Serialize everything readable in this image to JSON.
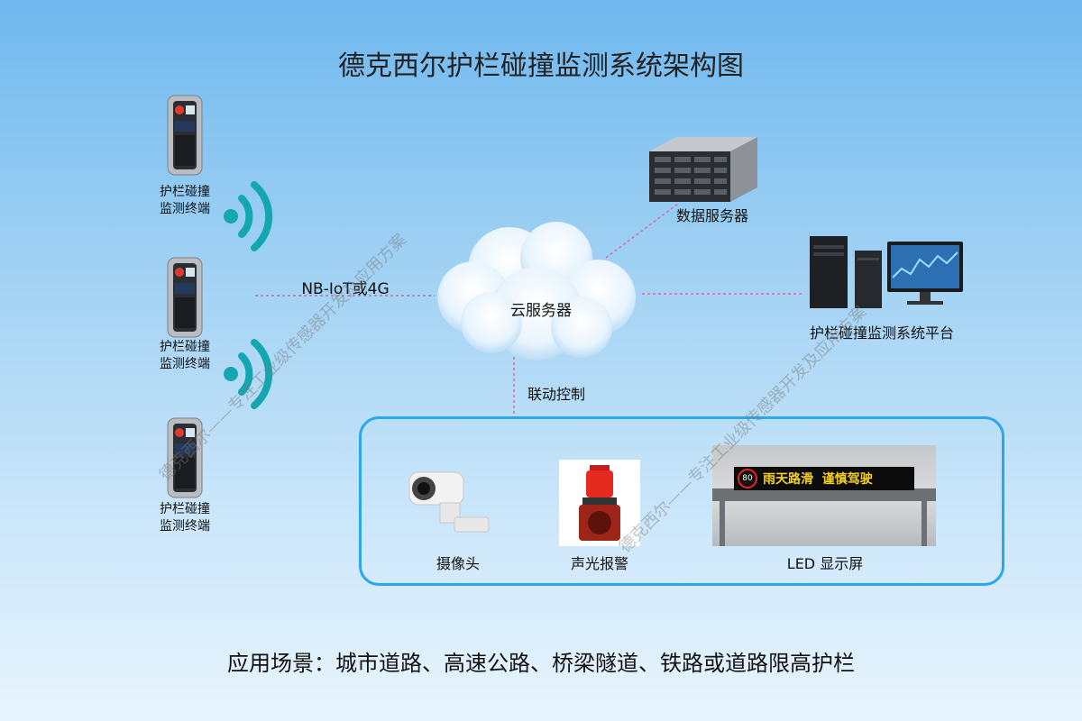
{
  "title": "德克西尔护栏碰撞监测系统架构图",
  "terminals": [
    {
      "label_line1": "护栏碰撞",
      "label_line2": "监测终端"
    },
    {
      "label_line1": "护栏碰撞",
      "label_line2": "监测终端"
    },
    {
      "label_line1": "护栏碰撞",
      "label_line2": "监测终端"
    }
  ],
  "link_label": "NB-IoT或4G",
  "cloud_label": "云服务器",
  "data_server_label": "数据服务器",
  "platform_label": "护栏碰撞监测系统平台",
  "control_label": "联动控制",
  "devices": {
    "camera": "摄像头",
    "alarm": "声光报警",
    "led": "LED 显示屏",
    "led_text": "雨天路滑  谨慎驾驶",
    "led_speed": "80"
  },
  "application": "应用场景：城市道路、高速公路、桥梁隧道、铁路或道路限高护栏",
  "watermark": "德克西尔——专注工业级传感器开发及应用方案",
  "chart_data": {
    "type": "diagram",
    "nodes": [
      "护栏碰撞监测终端",
      "云服务器",
      "数据服务器",
      "护栏碰撞监测系统平台",
      "摄像头",
      "声光报警",
      "LED 显示屏"
    ],
    "edges": [
      {
        "from": "护栏碰撞监测终端",
        "to": "云服务器",
        "label": "NB-IoT或4G"
      },
      {
        "from": "云服务器",
        "to": "数据服务器",
        "label": ""
      },
      {
        "from": "云服务器",
        "to": "护栏碰撞监测系统平台",
        "label": ""
      },
      {
        "from": "云服务器",
        "to": "摄像头/声光报警/LED 显示屏",
        "label": "联动控制"
      }
    ]
  }
}
